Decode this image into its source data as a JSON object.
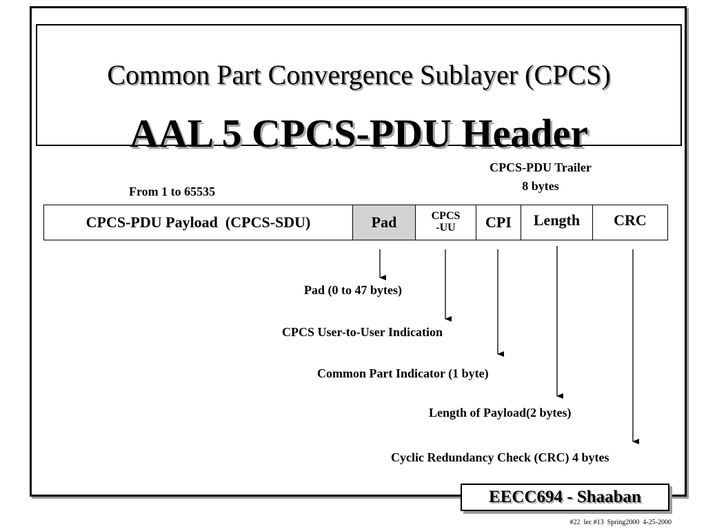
{
  "title": {
    "line1": "Common Part Convergence Sublayer (CPCS)",
    "line2": "AAL 5 CPCS-PDU Header"
  },
  "labels": {
    "payload_range": "From 1 to 65535",
    "trailer_name": "CPCS-PDU Trailer",
    "trailer_size": "8 bytes"
  },
  "fields": {
    "payload": "CPCS-PDU Payload  (CPCS-SDU)",
    "pad": "Pad",
    "cpcs_uu_line1": "CPCS",
    "cpcs_uu_line2": "-UU",
    "cpi": "CPI",
    "length": "Length",
    "crc": "CRC"
  },
  "descriptions": {
    "pad": "Pad (0 to 47 bytes)",
    "cpcs_uu": "CPCS User-to-User Indication",
    "cpi": "Common Part Indicator (1 byte)",
    "length": "Length of Payload(2 bytes)",
    "crc": "Cyclic Redundancy Check (CRC) 4 bytes"
  },
  "footer": {
    "course": "EECC694 - Shaaban",
    "note": "#22  lec #13  Spring2000  4-25-2000"
  },
  "colors": {
    "pad_fill": "#d3d3d3",
    "shadow": "#a8a8a8"
  }
}
